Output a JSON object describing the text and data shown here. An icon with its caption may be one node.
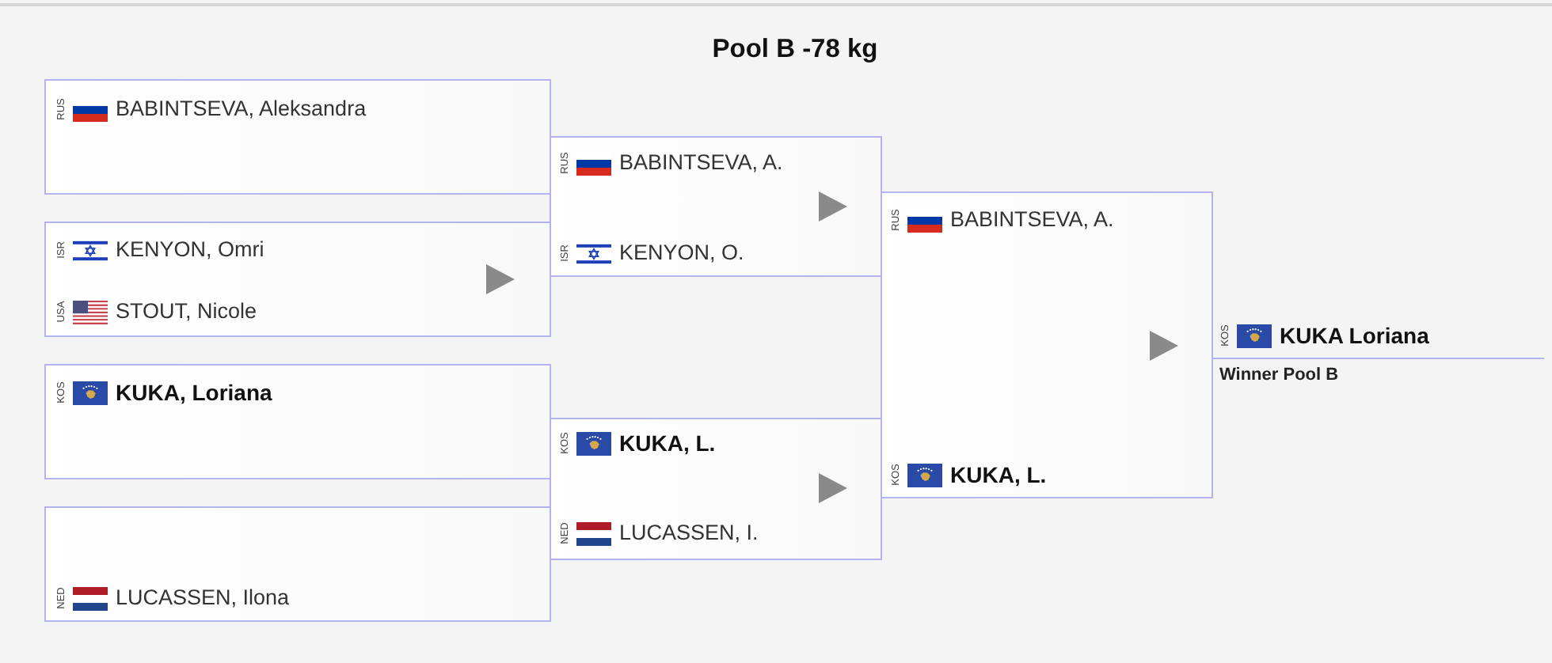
{
  "diagram": {
    "title": "Pool B -78 kg",
    "nodes": [
      {
        "text": [],
        "shape": "box"
      },
      {
        "text": [
          "RUS",
          "BABINTSEVA, Aleksandra"
        ],
        "in": 0
      },
      {
        "text": [],
        "shape": "box"
      },
      {
        "text": [
          "ISR",
          "KENYON, Omri"
        ],
        "in": 2
      },
      {
        "text": [
          "USA",
          "STOUT, Nicole"
        ],
        "in": 2
      },
      {
        "text": [],
        "shape": "box"
      },
      {
        "text": [
          "KOS",
          "KUKA, Loriana"
        ],
        "in": 5
      },
      {
        "text": [],
        "shape": "box"
      },
      {
        "text": [
          "NED",
          "LUCASSEN, Ilona"
        ],
        "in": 7
      },
      {
        "text": [],
        "shape": "box"
      },
      {
        "text": [
          "RUS",
          "BABINTSEVA, A."
        ],
        "in": 9
      },
      {
        "text": [
          "ISR",
          "KENYON, O."
        ],
        "in": 9
      },
      {
        "text": [],
        "shape": "box"
      },
      {
        "text": [
          "KOS",
          "KUKA, L."
        ],
        "in": 12
      },
      {
        "text": [
          "NED",
          "LUCASSEN, I."
        ],
        "in": 12
      },
      {
        "text": [],
        "shape": "box"
      },
      {
        "text": [
          "RUS",
          "BABINTSEVA, A."
        ],
        "in": 15
      },
      {
        "text": [
          "KOS",
          "KUKA, L."
        ],
        "in": 15
      },
      {
        "text": [
          "KOS",
          "KUKA Loriana"
        ],
        "beside": [
          "Winner Pool B"
        ]
      }
    ]
  }
}
